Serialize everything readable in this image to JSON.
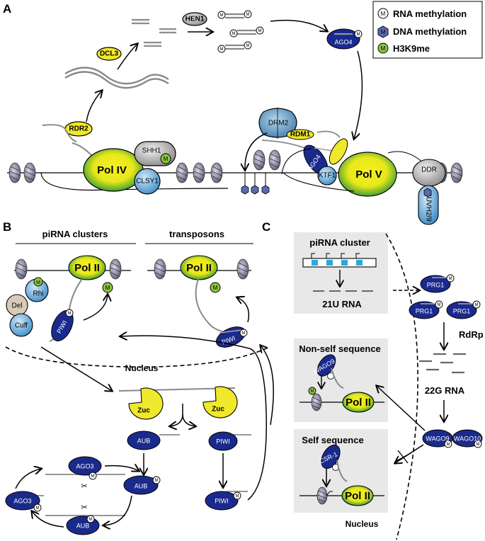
{
  "panels": {
    "a": "A",
    "b": "B",
    "c": "C"
  },
  "legend": {
    "items": [
      {
        "symbol": "M",
        "label": "RNA methylation",
        "icon": "rna-methyl-icon"
      },
      {
        "symbol": "M",
        "label": "DNA methylation",
        "icon": "dna-methyl-icon"
      },
      {
        "symbol": "M",
        "label": "H3K9me",
        "icon": "h3k9me-icon"
      }
    ]
  },
  "panel_a": {
    "hen1": "HEN1",
    "ago4_top": "AGO4",
    "dcl3": "DCL3",
    "rdr2": "RDR2",
    "pol4": "Pol IV",
    "shh1": "SHH1",
    "clsy1": "CLSY1",
    "drm2": "DRM2",
    "rdm1": "RDM1",
    "ago4": "AGO4",
    "ktf1": "KTF1",
    "pol5": "Pol V",
    "ddr": "DDR",
    "suvh": "SUVH2/9",
    "m": "M"
  },
  "panel_b": {
    "header_left": "piRNA clusters",
    "header_right": "transposons",
    "pol2": "Pol II",
    "rhi": "Rhi",
    "del": "Del",
    "cuff": "Cuff",
    "piwi": "PIWI",
    "nucleus": "Nucleus",
    "zuc": "Zuc",
    "aub": "AUB",
    "ago3": "AGO3",
    "m": "M"
  },
  "panel_c": {
    "pirna_cluster": "piRNA cluster",
    "rna21u": "21U RNA",
    "prg1": "PRG1",
    "rdrp": "RdRp",
    "rna22g": "22G RNA",
    "nonself": "Non-self sequence",
    "wago9": "WAGO9",
    "wago10": "WAGO10",
    "pol2": "Pol II",
    "self": "Self sequence",
    "csr1": "CSR-1",
    "nucleus": "Nucleus",
    "m": "M"
  },
  "colors": {
    "navy": "#1a2a8c",
    "polgreen": "#e8e81a",
    "polgreen_edge": "#2a9a3a",
    "lightblue": "#5fa8d8",
    "gray_box": "#e8e8e8",
    "lime": "#8cc63f"
  }
}
